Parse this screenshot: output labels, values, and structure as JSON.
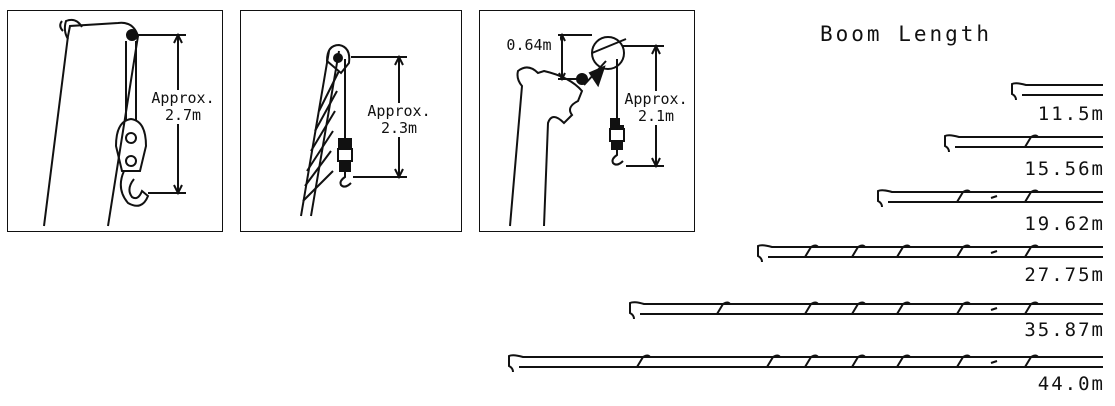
{
  "panels": [
    {
      "label_line1": "Approx.",
      "label_line2": "2.7m"
    },
    {
      "label_line1": "Approx.",
      "label_line2": "2.3m"
    },
    {
      "label_line1": "Approx.",
      "label_line2": "2.1m",
      "offset_label": "0.64m"
    }
  ],
  "boom": {
    "title": "Boom Length",
    "lengths": [
      "11.5m",
      "15.56m",
      "19.62m",
      "27.75m",
      "35.87m",
      "44.0m"
    ]
  }
}
